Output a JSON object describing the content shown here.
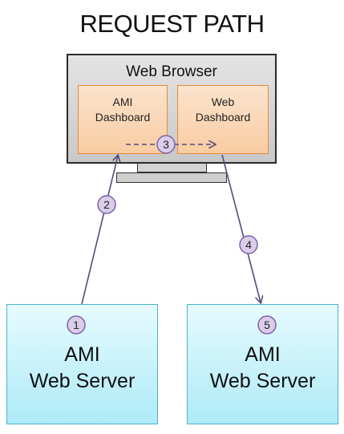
{
  "title": "REQUEST PATH",
  "browser": {
    "label": "Web Browser",
    "panels": [
      {
        "line1": "AMI",
        "line2": "Dashboard"
      },
      {
        "line1": "Web",
        "line2": "Dashboard"
      }
    ]
  },
  "servers": [
    {
      "line1": "AMI",
      "line2": "Web Server",
      "step": "1"
    },
    {
      "line1": "AMI",
      "line2": "Web Server",
      "step": "5"
    }
  ],
  "steps": [
    "2",
    "3",
    "4"
  ],
  "colors": {
    "step_fill": "#d9cdea",
    "step_stroke": "#7d63a6",
    "arrow": "#5a4a7a",
    "server_border": "#4bb3cc",
    "panel_border": "#e78a3c"
  }
}
